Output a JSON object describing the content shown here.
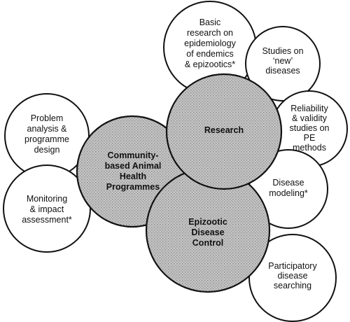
{
  "nodes": {
    "basic_research": {
      "lines": [
        "Basic",
        "research on",
        "epidemiology",
        "of endemics",
        "& epizootics*"
      ],
      "core": false
    },
    "new_diseases": {
      "lines": [
        "Studies on",
        "‘new’",
        "diseases"
      ],
      "core": false
    },
    "reliability": {
      "lines": [
        "Reliability",
        "& validity",
        "studies on",
        "PE",
        "methods"
      ],
      "core": false
    },
    "disease_modeling": {
      "lines": [
        "Disease",
        "modeling*"
      ],
      "core": false
    },
    "participatory_searching": {
      "lines": [
        "Participatory",
        "disease",
        "searching"
      ],
      "core": false
    },
    "problem_analysis": {
      "lines": [
        "Problem",
        "analysis &",
        "programme",
        "design"
      ],
      "core": false
    },
    "monitoring": {
      "lines": [
        "Monitoring",
        "& impact",
        "assessment*"
      ],
      "core": false
    },
    "community": {
      "lines": [
        "Community-",
        "based Animal",
        "Health",
        "Programmes"
      ],
      "core": true
    },
    "research": {
      "lines": [
        "Research"
      ],
      "core": true
    },
    "epizootic": {
      "lines": [
        "Epizootic",
        "Disease",
        "Control"
      ],
      "core": true
    }
  },
  "colors": {
    "core_fill": "#bdbdbd",
    "outline": "#111111",
    "background": "#ffffff"
  }
}
